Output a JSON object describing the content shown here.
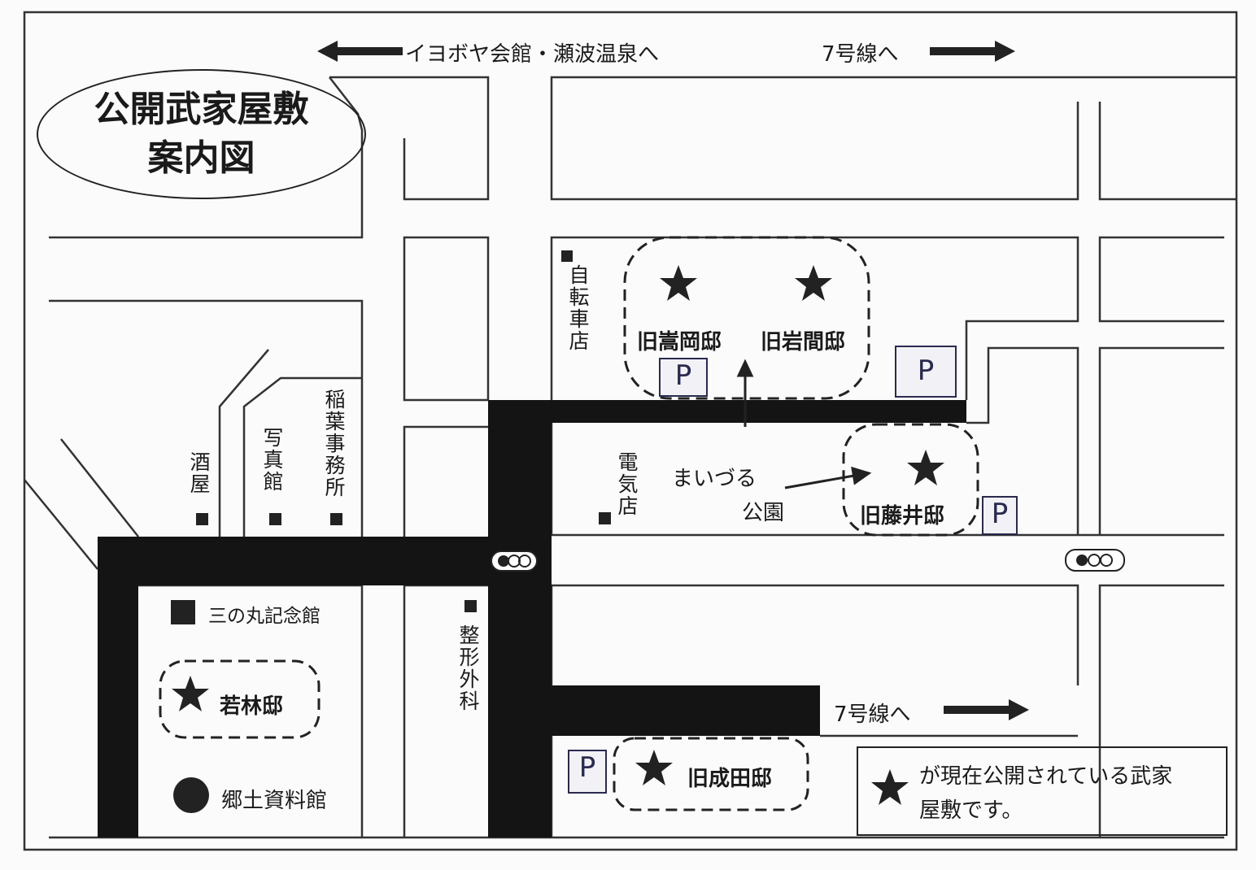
{
  "title": {
    "line1": "公開武家屋敷",
    "line2": "案内図"
  },
  "directions": {
    "top_left": "イヨボヤ会館・瀬波温泉へ",
    "top_right": "7号線へ",
    "bottom_right": "7号線へ"
  },
  "landmarks": {
    "bicycle_shop": "自転車店",
    "liquor_shop": "酒屋",
    "photo_studio": "写真館",
    "inaba_office": "稲葉事務所",
    "electric_shop": "電気店",
    "park": "まいづる公園",
    "park_line1": "まいづる",
    "park_line2": "公園",
    "sannomaru": "三の丸記念館",
    "orthopedics": "整形外科",
    "museum": "郷土資料館"
  },
  "houses": [
    "旧嵩岡邸",
    "旧岩間邸",
    "旧藤井邸",
    "若林邸",
    "旧成田邸"
  ],
  "parking_label": "P",
  "legend": {
    "text": "が現在公開されている武家屋敷です。",
    "line1": "が現在公開されている武家",
    "line2": "屋敷です。"
  }
}
